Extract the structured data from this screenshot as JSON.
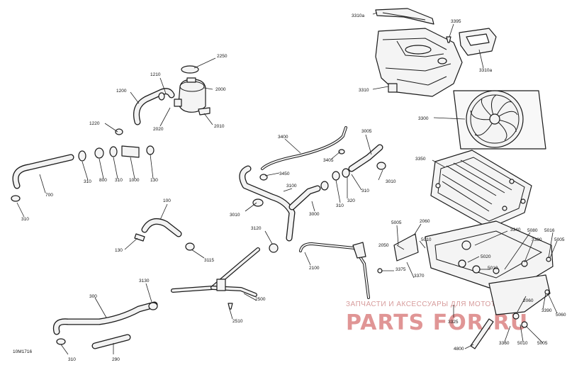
{
  "diagram_id": "10M1716",
  "watermark": {
    "subtitle": "ЗАПЧАСТИ И АКСЕССУАРЫ ДЛЯ МОТОТЕХНИКИ",
    "brand": "PARTS FOR.RU"
  },
  "callouts": {
    "c3310a_1": "3310a",
    "c3310a_2": "3310a",
    "c3395": "3395",
    "c3310": "3310",
    "c3300": "3300",
    "c2250": "2250",
    "c1210": "1210",
    "c2000": "2000",
    "c1200": "1200",
    "c2020": "2020",
    "c2010": "2010",
    "c1220": "1220",
    "c3400": "3400",
    "c3005": "3005",
    "c3405": "3405",
    "c3450": "3450",
    "c3350": "3350",
    "c3010_1": "3010",
    "c3100": "3100",
    "c3010_2": "3010",
    "c3000": "3000",
    "c310_a": "310",
    "c320": "320",
    "c310_b": "310",
    "c310_c": "310",
    "c800": "800",
    "c310_d": "310",
    "c1000": "1000",
    "c130_a": "130",
    "c700": "700",
    "c310_e": "310",
    "c100": "100",
    "c3120": "3120",
    "c130_b": "130",
    "c3115": "3115",
    "c2100": "2100",
    "c5005_a": "5005",
    "c2060_a": "2060",
    "c2050": "2050",
    "c5010_a": "5010",
    "c3340": "3340",
    "c5080": "5080",
    "c3380": "3380",
    "c5016": "5016",
    "c5005_b": "5005",
    "c5020": "5020",
    "c3375": "3375",
    "c3370": "3370",
    "c5010_b": "5010",
    "c3130": "3130",
    "c2500": "2500",
    "c300": "300",
    "c2510": "2510",
    "c3325": "3325",
    "c2060_b": "2060",
    "c3390": "3390",
    "c5060": "5060",
    "c310_f": "310",
    "c290": "290",
    "c4800": "4800",
    "c3360": "3360",
    "c5010_c": "5010",
    "c5005_c": "5005"
  }
}
